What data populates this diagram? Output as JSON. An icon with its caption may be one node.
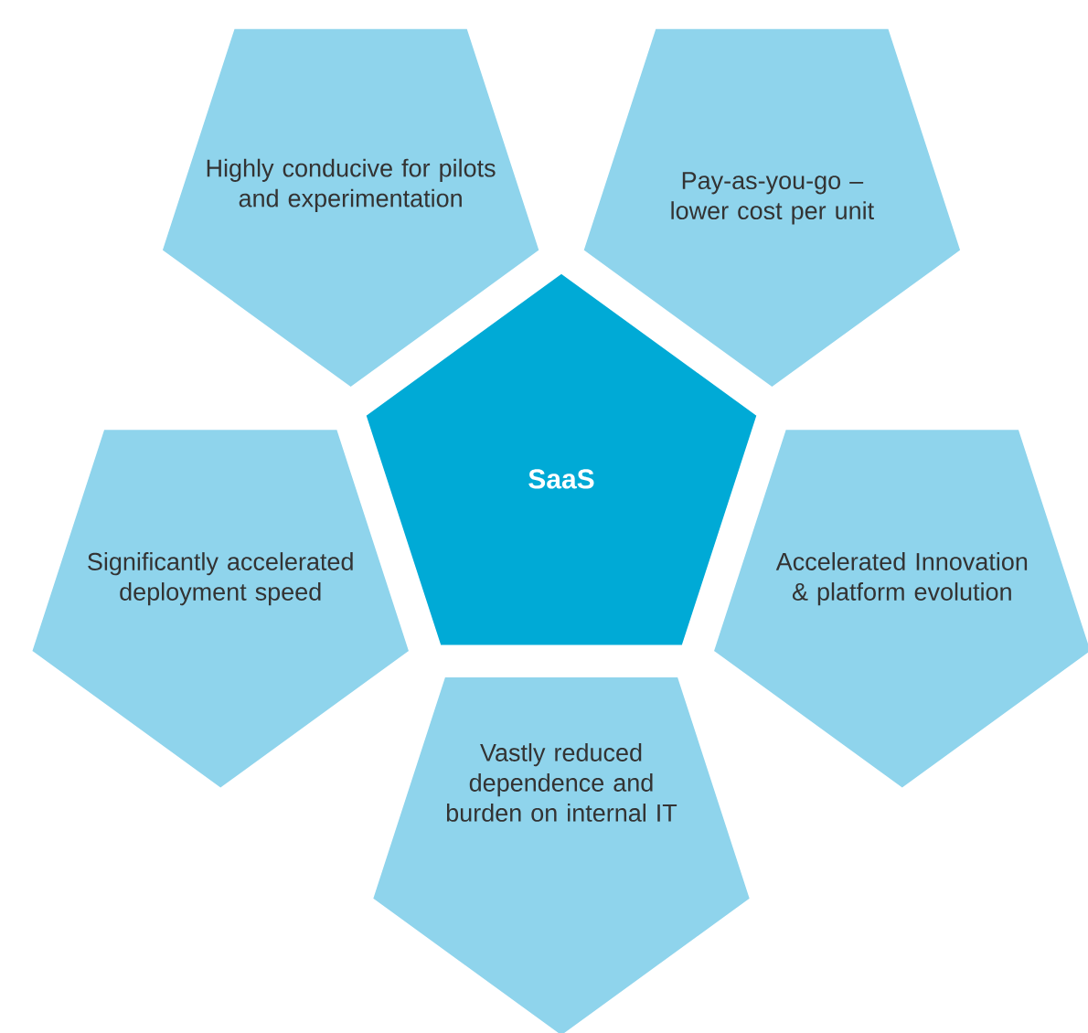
{
  "diagram": {
    "nodes": [
      {
        "text": [
          "SaaS"
        ]
      },
      {
        "text": [
          "Highly conducive for pilots and experimentation"
        ]
      },
      {
        "text": [
          "Pay-as-you-go – lower cost per unit"
        ]
      },
      {
        "text": [
          "Significantly accelerated deployment speed"
        ]
      },
      {
        "text": [
          "Accelerated Innovation & platform evolution"
        ]
      },
      {
        "text": [
          "Vastly reduced dependence and burden on internal IT"
        ]
      }
    ]
  }
}
